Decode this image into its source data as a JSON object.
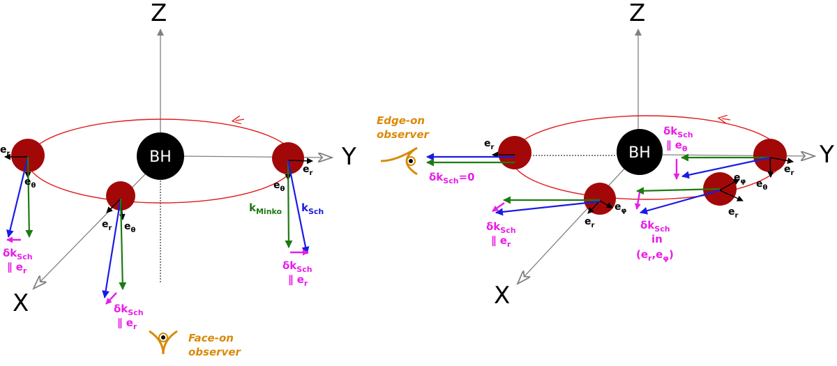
{
  "axes": {
    "z": "Z",
    "y": "Y",
    "x": "X"
  },
  "black_hole": "BH",
  "vectors": {
    "e_r": {
      "main": "e",
      "sub": "r"
    },
    "e_theta": {
      "main": "e",
      "sub": "θ"
    },
    "e_phi": {
      "main": "e",
      "sub": "φ"
    }
  },
  "k_minko": {
    "main": "k",
    "sub": "Minko"
  },
  "k_sch": {
    "main": "k",
    "sub": "Sch"
  },
  "delta_k": {
    "main": "δk",
    "sub": "Sch"
  },
  "parallel_er": {
    "main": "∥ e",
    "sub": "r"
  },
  "parallel_etheta": {
    "main": "∥ e",
    "sub": "θ"
  },
  "delta_zero": "=0",
  "in_label": "in",
  "plane_label": {
    "open": "(e",
    "sub1": "r",
    "mid": ",e",
    "sub2": "φ",
    "close": ")"
  },
  "face_on": {
    "line1": "Face-on",
    "line2": "observer"
  },
  "edge_on": {
    "line1": "Edge-on",
    "line2": "observer"
  },
  "colors": {
    "orbit": "#e01b1b",
    "star": "#a30808",
    "k_minko": "#1e7a12",
    "k_sch": "#1a1ae6",
    "delta_k": "#e81ce8",
    "observer": "#d98a0a",
    "axis": "#808080"
  }
}
